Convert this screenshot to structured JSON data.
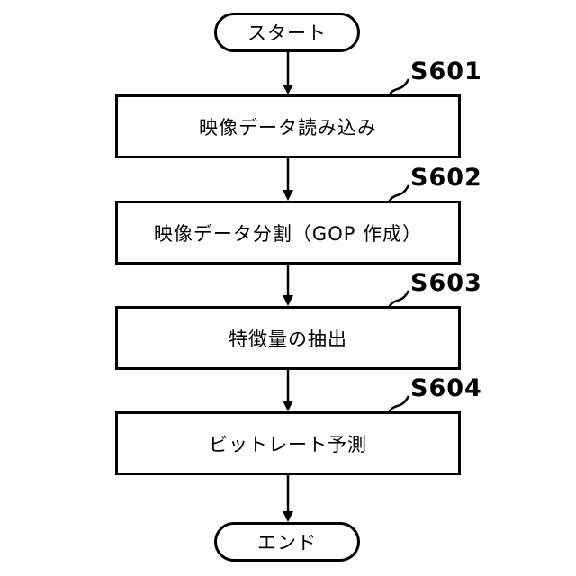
{
  "flowchart": {
    "title": "",
    "start_label": "スタート",
    "end_label": "エンド",
    "steps": [
      {
        "id": "S601",
        "label": "映像データ読み込み"
      },
      {
        "id": "S602",
        "label": "映像データ分割（GOP 作成）"
      },
      {
        "id": "S603",
        "label": "特徴量の抽出"
      },
      {
        "id": "S604",
        "label": "ビットレート予測"
      }
    ]
  },
  "colors": {
    "stroke": "#000000",
    "background": "#ffffff"
  }
}
